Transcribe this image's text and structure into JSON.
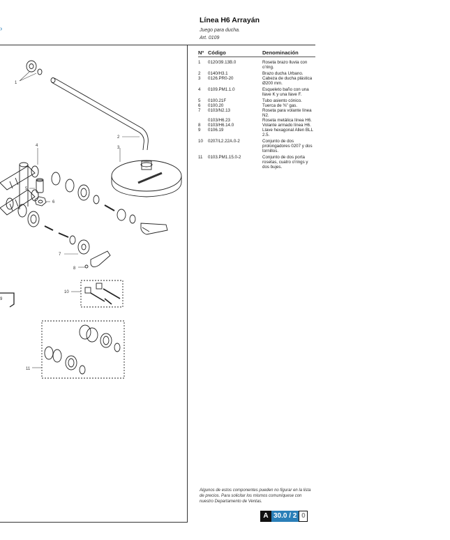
{
  "header": {
    "title": "Línea H6 Arrayán",
    "subtitle": "Juego para ducha.",
    "article": "Art. 0109"
  },
  "table": {
    "col_num": "Nº",
    "col_code": "Código",
    "col_name": "Denominación",
    "rows": [
      {
        "n": "1",
        "code": "0120/39.13B.0",
        "name": "Roseta brazo lluvia con o'ring."
      },
      {
        "n": "2",
        "code": "0140/H3.1",
        "name": "Brazo ducha Urbano."
      },
      {
        "n": "3",
        "code": "0126.PR0-20",
        "name": "Cabeza de ducha plástica Ø200 mm."
      },
      {
        "n": "4",
        "code": "0109.PM1.1.0",
        "name": "Esqueleto baño con una llave K y una llave F."
      },
      {
        "n": "5",
        "code": "0100.21F",
        "name": "Tubo asiento cónico."
      },
      {
        "n": "6",
        "code": "0100.20",
        "name": "Tuerca de ⅜\" gas."
      },
      {
        "n": "7",
        "code": "0103/N2.13",
        "name": "Roseta para volante línea N2."
      },
      {
        "n": "",
        "code": "0103/H6.23",
        "name": "Roseta metálica línea H6."
      },
      {
        "n": "8",
        "code": "0103/H6.14.0",
        "name": "Volante armado línea H6."
      },
      {
        "n": "9",
        "code": "0106.19",
        "name": "Llave hexagonal Allen BLL 2.5."
      },
      {
        "n": "10",
        "code": "0207/L2.22A.0-2",
        "name": "Conjunto de dos prolongadores 0207 y dos tornillos."
      },
      {
        "n": "11",
        "code": "0103.PM1.15.0-2",
        "name": "Conjunto de dos porta rosetas, cuatro o'rings y dos bujes."
      }
    ]
  },
  "callouts": {
    "c1": "1",
    "c2": "2",
    "c3": "3",
    "c4": "4",
    "c5": "5",
    "c6": "6",
    "c7": "7",
    "c8": "8",
    "c9": "9",
    "c10": "10",
    "c11": "11"
  },
  "note": "Algunos de estos componentes pueden no figurar en la lista de precios. Para solicitar los mismos comuníquese con nuestro Departamento de Ventas.",
  "page": {
    "letter": "A",
    "number": "30.0 / 2",
    "sub": "0"
  },
  "colors": {
    "accent": "#2a7fb8",
    "ink": "#111111"
  }
}
